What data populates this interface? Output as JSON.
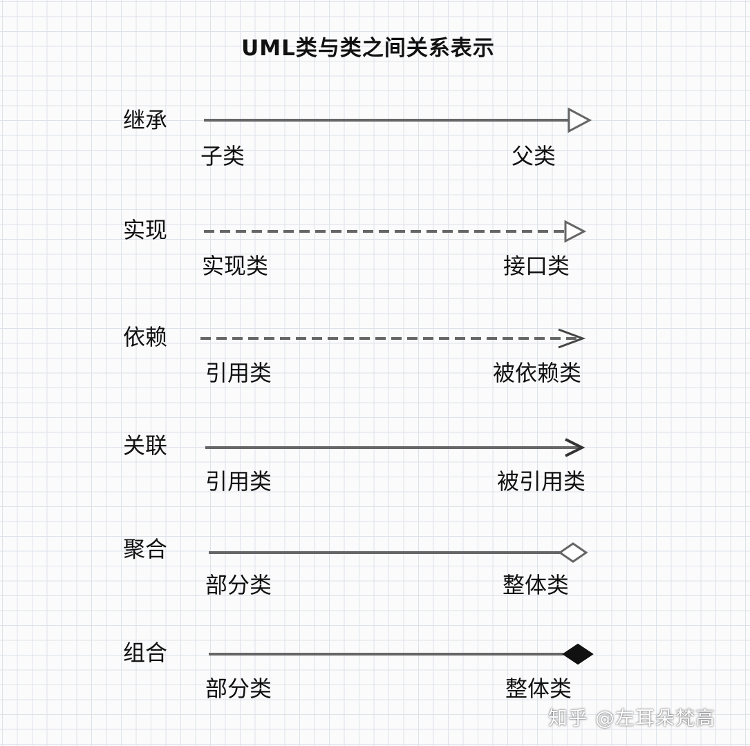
{
  "title": "UML类与类之间关系表示",
  "relations": [
    {
      "name": "继承",
      "from": "子类",
      "to": "父类"
    },
    {
      "name": "实现",
      "from": "实现类",
      "to": "接口类"
    },
    {
      "name": "依赖",
      "from": "引用类",
      "to": "被依赖类"
    },
    {
      "name": "关联",
      "from": "引用类",
      "to": "被引用类"
    },
    {
      "name": "聚合",
      "from": "部分类",
      "to": "整体类"
    },
    {
      "name": "组合",
      "from": "部分类",
      "to": "整体类"
    }
  ],
  "watermark": "知乎 @左耳朵梵高",
  "colors": {
    "line": "#666666",
    "arrow": "#333333",
    "background": "#fbfbfb",
    "grid": "#dde2ea"
  }
}
